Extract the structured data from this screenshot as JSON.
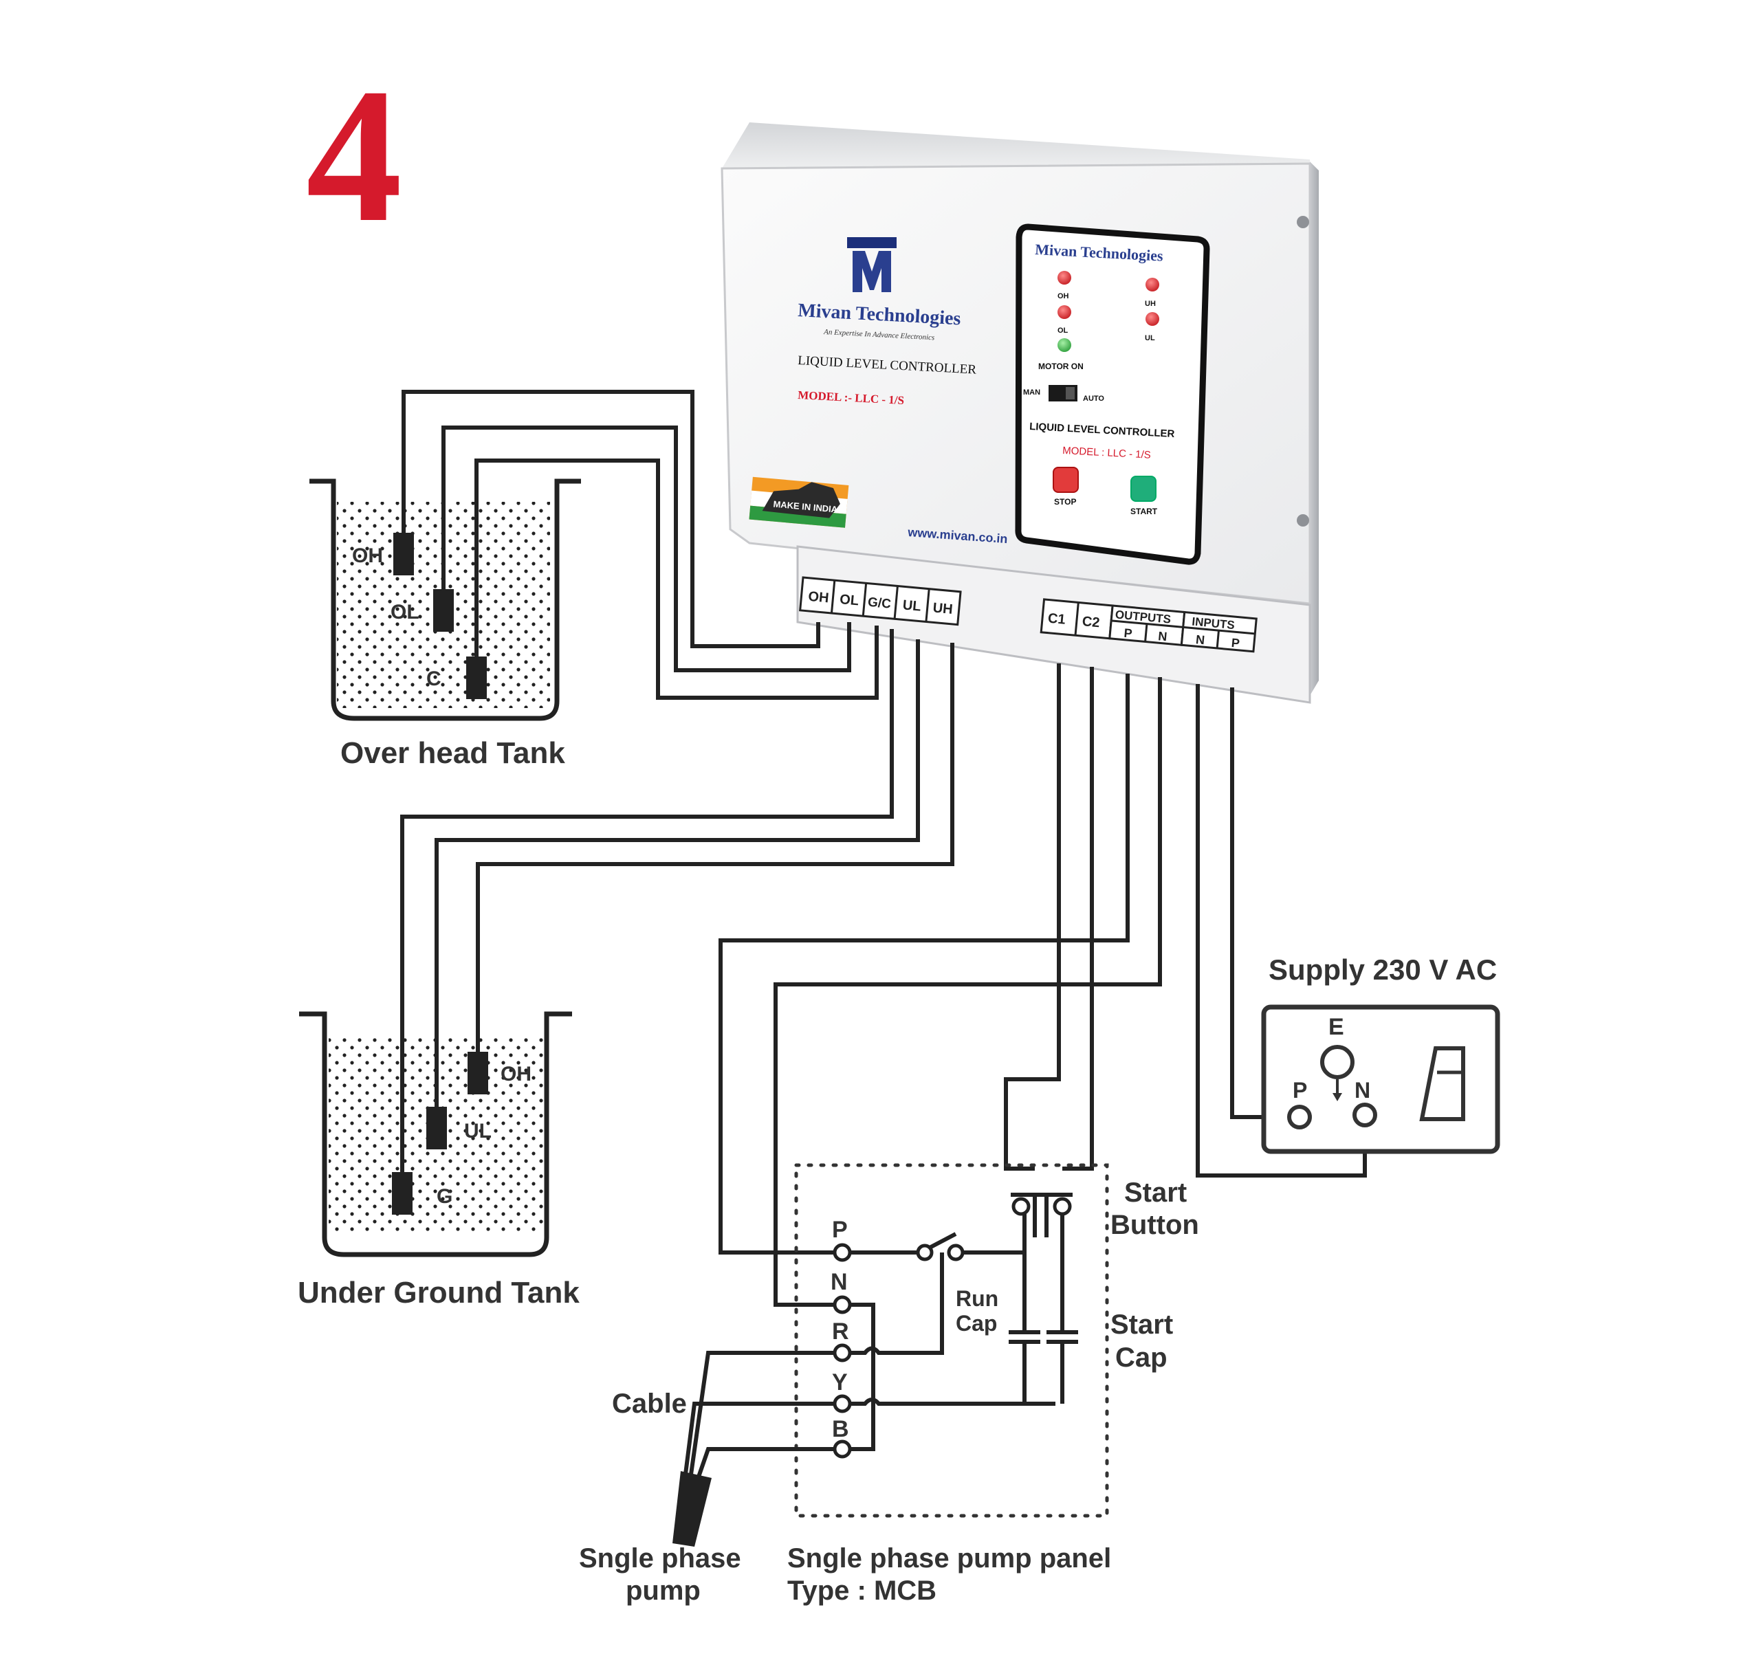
{
  "figure_number": "4",
  "colors": {
    "accent_red": "#d51a2c",
    "wire": "#222222",
    "brand_blue": "#2a3f8f",
    "led_red": "#d8262b",
    "led_green": "#3db54a",
    "stop_red": "#e23b3b",
    "start_green": "#1fae7a"
  },
  "controller": {
    "brand": "Mivan Technologies",
    "tagline": "An Expertise In Advance Electronics",
    "product": "LIQUID LEVEL CONTROLLER",
    "model": "MODEL :- LLC - 1/S",
    "logo_badge": "MAKE IN INDIA",
    "website": "www.mivan.co.in",
    "panel": {
      "brand": "Mivan Technologies",
      "led_oh": "OH",
      "led_ol": "OL",
      "led_uh": "UH",
      "led_ul": "UL",
      "motor_on": "MOTOR ON",
      "switch_man": "MAN",
      "switch_auto": "AUTO",
      "product": "LIQUID LEVEL CONTROLLER",
      "model": "MODEL : LLC - 1/S",
      "stop": "STOP",
      "start": "START"
    },
    "terminals": [
      "OH",
      "OL",
      "G/C",
      "UL",
      "UH",
      "C1",
      "C2"
    ],
    "outputs_label": "OUTPUTS",
    "outputs": [
      "P",
      "N"
    ],
    "inputs_label": "INPUTS",
    "inputs": [
      "N",
      "P"
    ]
  },
  "overhead_tank": {
    "title": "Over head Tank",
    "probes": [
      "OH",
      "OL",
      "C"
    ]
  },
  "underground_tank": {
    "title": "Under Ground Tank",
    "probes": [
      "OH",
      "UL",
      "G"
    ]
  },
  "supply": {
    "title": "Supply 230 V AC",
    "e": "E",
    "p": "P",
    "n": "N"
  },
  "pump_panel": {
    "terminals": [
      "P",
      "N",
      "R",
      "Y",
      "B"
    ],
    "run_cap": [
      "Run",
      "Cap"
    ],
    "start_button": [
      "Start",
      "Button"
    ],
    "start_cap": [
      "Start",
      "Cap"
    ],
    "title_line1": "Sngle phase pump panel",
    "title_line2": "Type : MCB"
  },
  "cable": "Cable",
  "pump": {
    "line1": "Sngle phase",
    "line2": "pump"
  }
}
